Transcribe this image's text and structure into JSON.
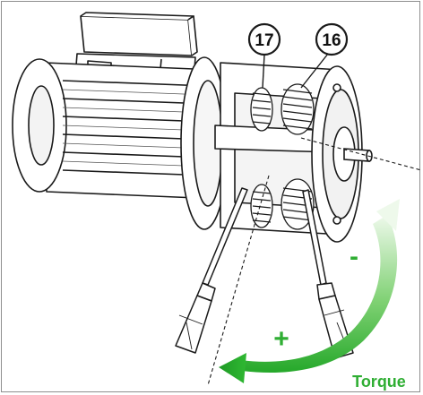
{
  "callouts": [
    {
      "number": "17"
    },
    {
      "number": "16"
    }
  ],
  "direction": {
    "minus_sign": "-",
    "plus_sign": "+",
    "torque_label": "Torque"
  },
  "colors": {
    "arrow_green": "#2fb832",
    "arrow_light": "#e6f7e2",
    "label_green": "#2fae33",
    "line": "#1a1a1a",
    "frame": "#8e8e8e"
  }
}
